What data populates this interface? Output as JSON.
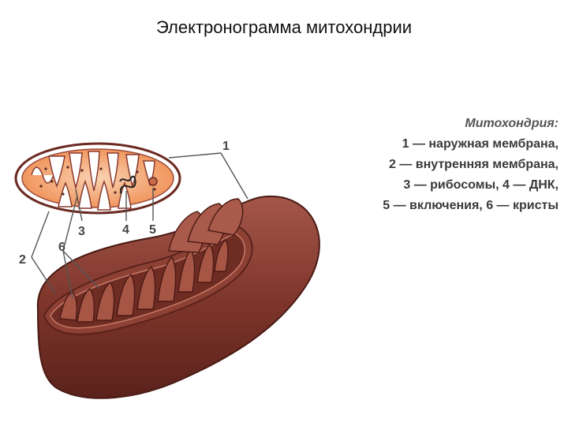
{
  "title": "Электронограмма митохондрии",
  "legend": {
    "heading": "Митохондрия:",
    "lines": [
      "1 — наружная мембрана,",
      "2 — внутренняя мембрана,",
      "3 — рибосомы, 4 — ДНК,",
      "5 — включения, 6 — кристы"
    ]
  },
  "callouts": [
    "1",
    "2",
    "3",
    "4",
    "5",
    "6"
  ],
  "colors": {
    "membrane_dark": "#6b2a22",
    "membrane_mid": "#9c4a3c",
    "matrix_orange": "#f08a4f",
    "matrix_light": "#f7c69e",
    "line": "#555555"
  }
}
